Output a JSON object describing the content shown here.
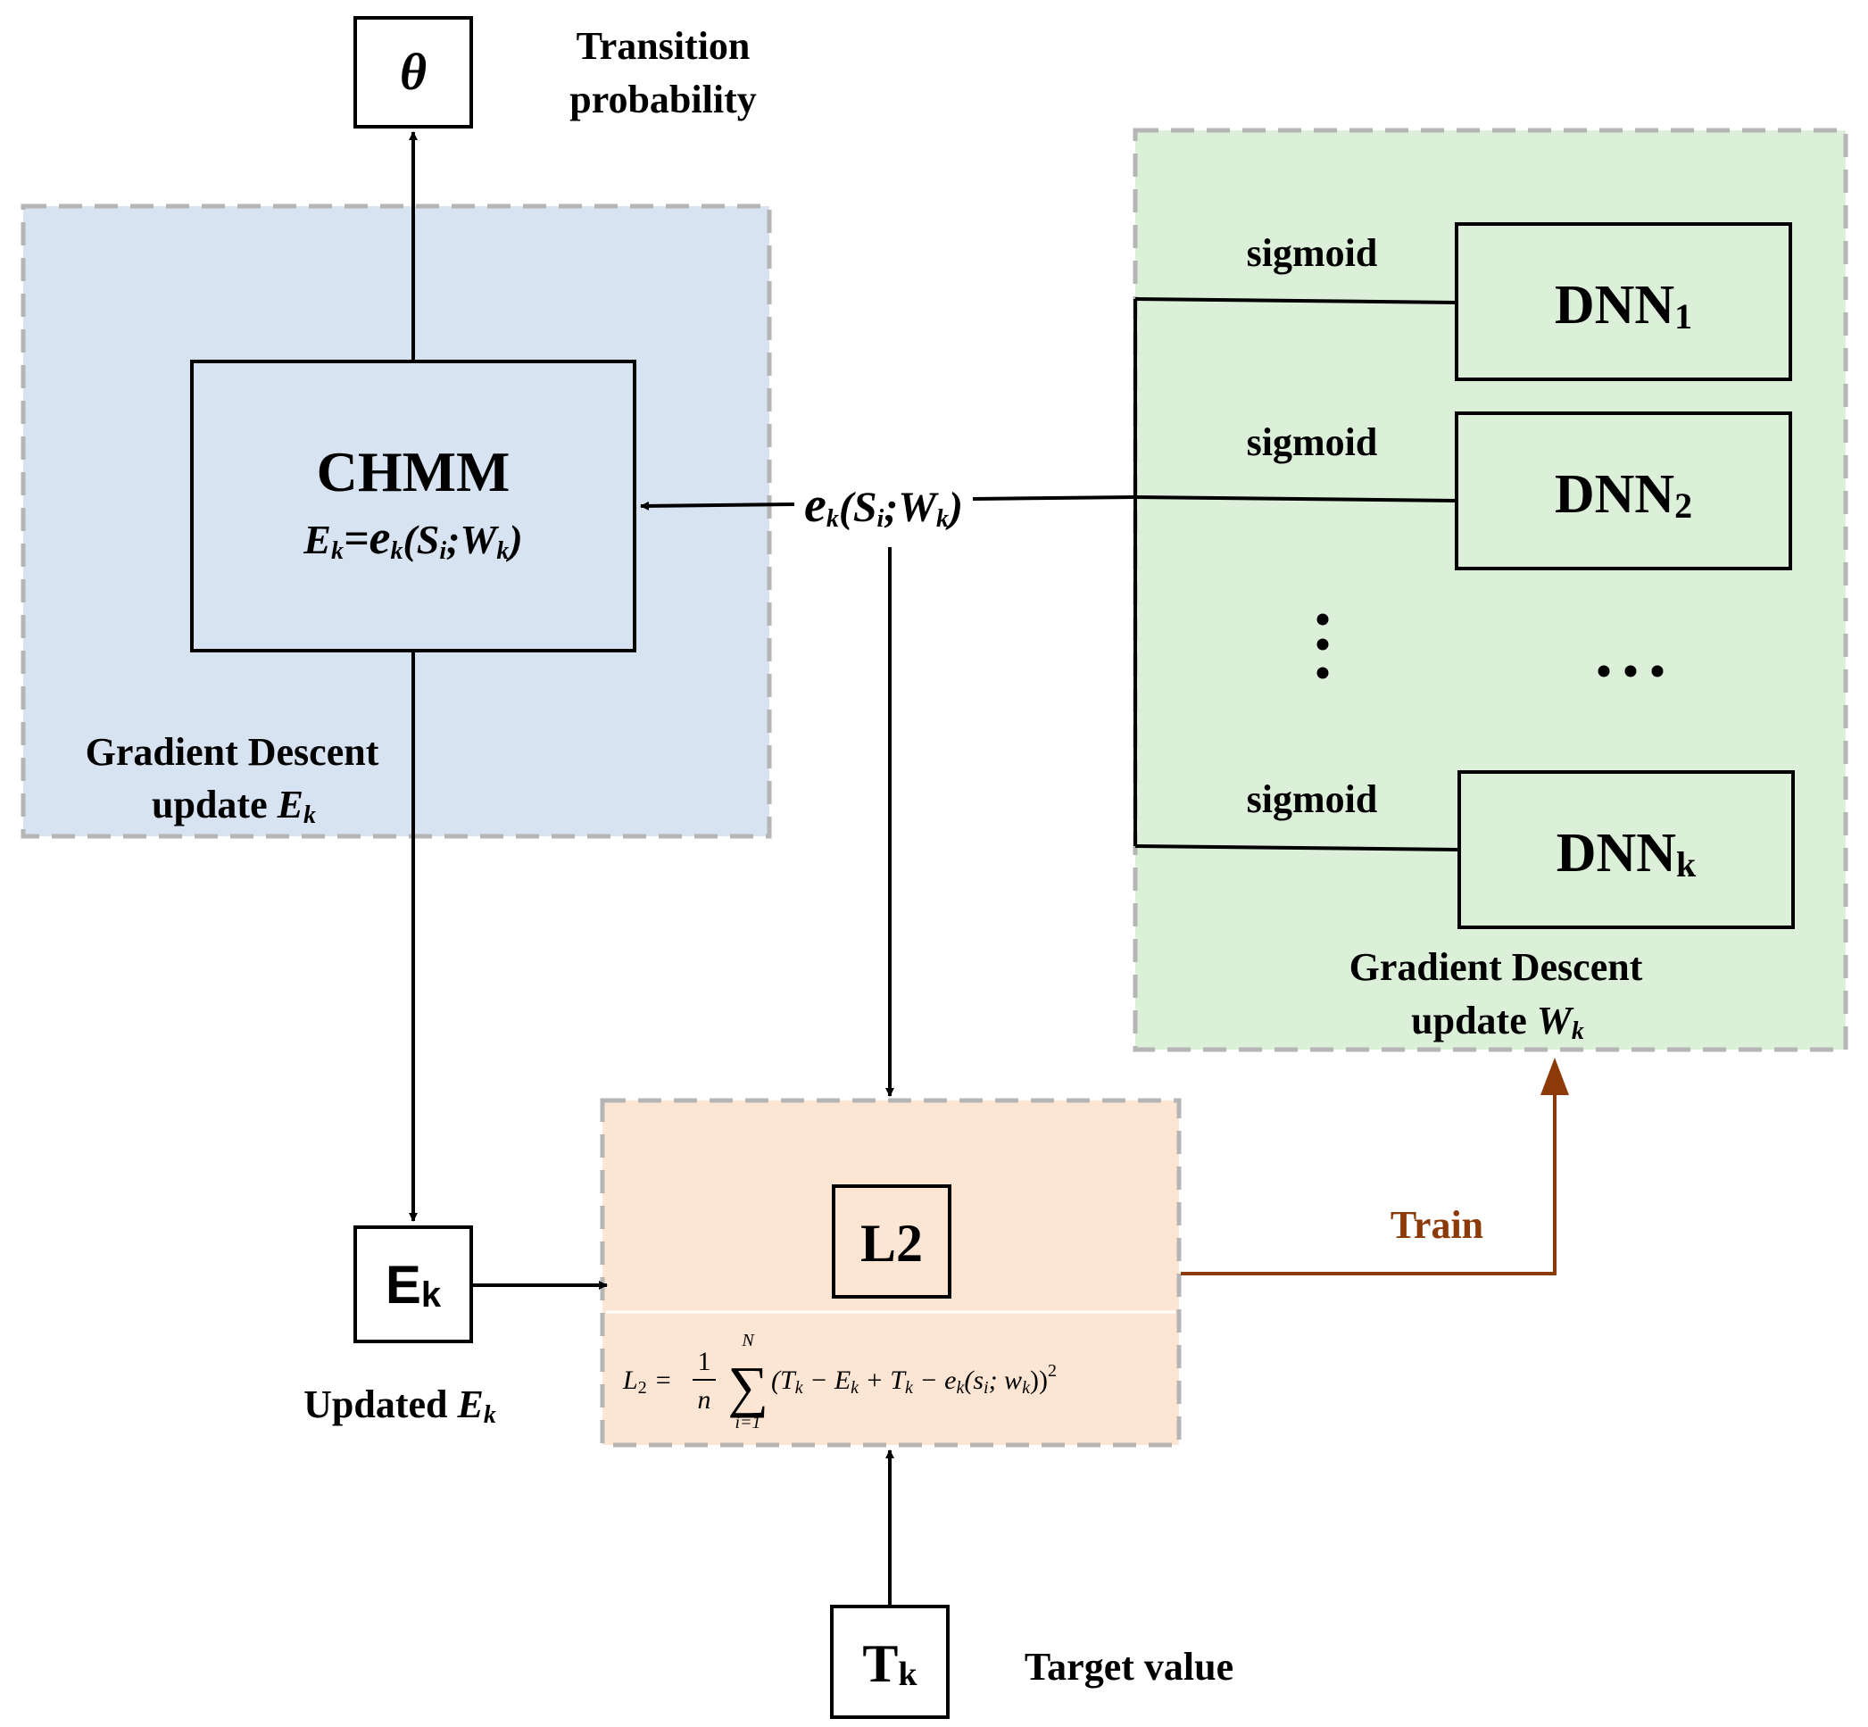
{
  "theta": {
    "symbol": "θ",
    "caption_line1": "Transition",
    "caption_line2": "probability"
  },
  "chmm": {
    "title": "CHMM",
    "eq_E": "E",
    "eq_E_sub": "k",
    "eq_equals": "=",
    "eq_e": "e",
    "eq_e_sub": "k",
    "eq_open": "(S",
    "eq_S_sub": "i",
    "eq_mid": ";W",
    "eq_W_sub": "k",
    "eq_close": ")"
  },
  "left_region": {
    "line1": "Gradient Descent",
    "line2_text": "update ",
    "line2_var": "E",
    "line2_sub": "k"
  },
  "right_region": {
    "line1": "Gradient Descent",
    "line2_text": "update ",
    "line2_var": "W",
    "line2_sub": "k"
  },
  "signal": {
    "e": "e",
    "e_sub": "k",
    "open": "(S",
    "S_sub": "i",
    "mid": ";W",
    "W_sub": "k",
    "close": ")"
  },
  "dnns": [
    {
      "label": "DNN",
      "sub": "1",
      "activation": "sigmoid"
    },
    {
      "label": "DNN",
      "sub": "2",
      "activation": "sigmoid"
    },
    {
      "label": "DNN",
      "sub": "k",
      "activation": "sigmoid"
    }
  ],
  "ellipsis_horizontal": "…",
  "ek_box": {
    "label": "E",
    "sub": "k"
  },
  "updated_caption": {
    "text": "Updated ",
    "var": "E",
    "sub": "k"
  },
  "l2": {
    "title": "L2",
    "formula": {
      "lhs": "L",
      "lhs_sub": "2",
      "eq": "=",
      "frac_num": "1",
      "frac_den": "n",
      "sum": "∑",
      "sum_top": "N",
      "sum_bottom": "i=1",
      "body": "(T",
      "t1_sub": "k",
      "minus_e": " − E",
      "e_sub": "k",
      "plus_t": " + T",
      "t2_sub": "k",
      "minus_ek": " − e",
      "ek_sub": "k",
      "args_open": "(s",
      "s_sub": "i",
      "args_mid": "; w",
      "w_sub": "k",
      "args_close": "))",
      "power": "2"
    }
  },
  "train_label": "Train",
  "tk_box": {
    "label": "T",
    "sub": "k"
  },
  "target_caption": "Target value",
  "colors": {
    "left_fill": "#d8e3f2",
    "right_fill": "#dcefd9",
    "loss_fill": "#fde5d3",
    "dash": "#b5b5b5",
    "train": "#8c3a08"
  }
}
